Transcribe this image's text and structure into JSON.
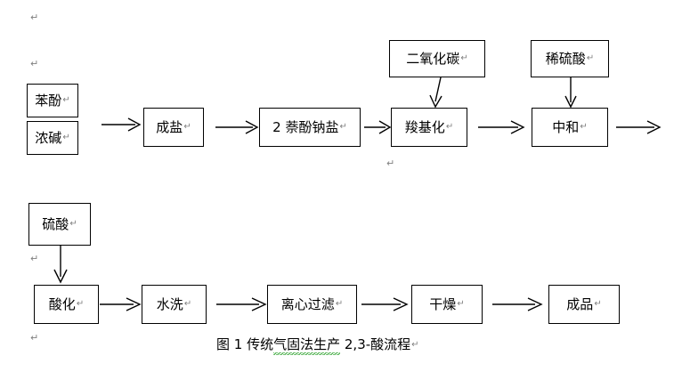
{
  "document": {
    "type": "word-processor-figure",
    "background_color": "#ffffff",
    "line_color": "#000000",
    "text_color": "#000000",
    "mark_color": "#808080",
    "spellcheck_underline_color": "#3faa3f",
    "return_glyph": "↵"
  },
  "caption": {
    "prefix": "图 1 传统",
    "flagged": "气固法生产",
    "suffix": " 2,3-酸流程",
    "full_text": "图 1 传统气固法生产 2,3-酸流程",
    "return_mark": "↵"
  },
  "flow": {
    "top_row": {
      "inputs": [
        {
          "id": "phenol",
          "label": "苯酚",
          "return_mark": "↵"
        },
        {
          "id": "strong-alkali",
          "label": "浓碱",
          "return_mark": "↵"
        }
      ],
      "steps": [
        {
          "id": "salt-formation",
          "label": "成盐",
          "return_mark": "↵"
        },
        {
          "id": "sodium-naphtholate",
          "label": "2 萘酚钠盐",
          "return_mark": "↵"
        },
        {
          "id": "carboxylation",
          "label": "羧基化",
          "return_mark": "↵"
        },
        {
          "id": "neutralization",
          "label": "中和",
          "return_mark": "↵"
        }
      ],
      "reagents": [
        {
          "id": "carbon-dioxide",
          "label": "二氧化碳",
          "return_mark": "↵",
          "feeds": "carboxylation"
        },
        {
          "id": "dilute-sulfuric-acid",
          "label": "稀硫酸",
          "return_mark": "↵",
          "feeds": "neutralization"
        }
      ]
    },
    "bottom_row": {
      "reagents": [
        {
          "id": "sulfuric-acid",
          "label": "硫酸",
          "return_mark": "↵",
          "feeds": "acidification"
        }
      ],
      "steps": [
        {
          "id": "acidification",
          "label": "酸化",
          "return_mark": "↵"
        },
        {
          "id": "water-washing",
          "label": "水洗",
          "return_mark": "↵"
        },
        {
          "id": "centrifugal-filtration",
          "label": "离心过滤",
          "return_mark": "↵"
        },
        {
          "id": "drying",
          "label": "干燥",
          "return_mark": "↵"
        },
        {
          "id": "finished-product",
          "label": "成品",
          "return_mark": "↵"
        }
      ]
    }
  },
  "margin_marks": [
    {
      "id": "mark-1",
      "glyph": "↵"
    },
    {
      "id": "mark-2",
      "glyph": "↵"
    },
    {
      "id": "mark-3",
      "glyph": "↵"
    },
    {
      "id": "mark-4",
      "glyph": "↵"
    },
    {
      "id": "mark-5",
      "glyph": "↵"
    }
  ]
}
